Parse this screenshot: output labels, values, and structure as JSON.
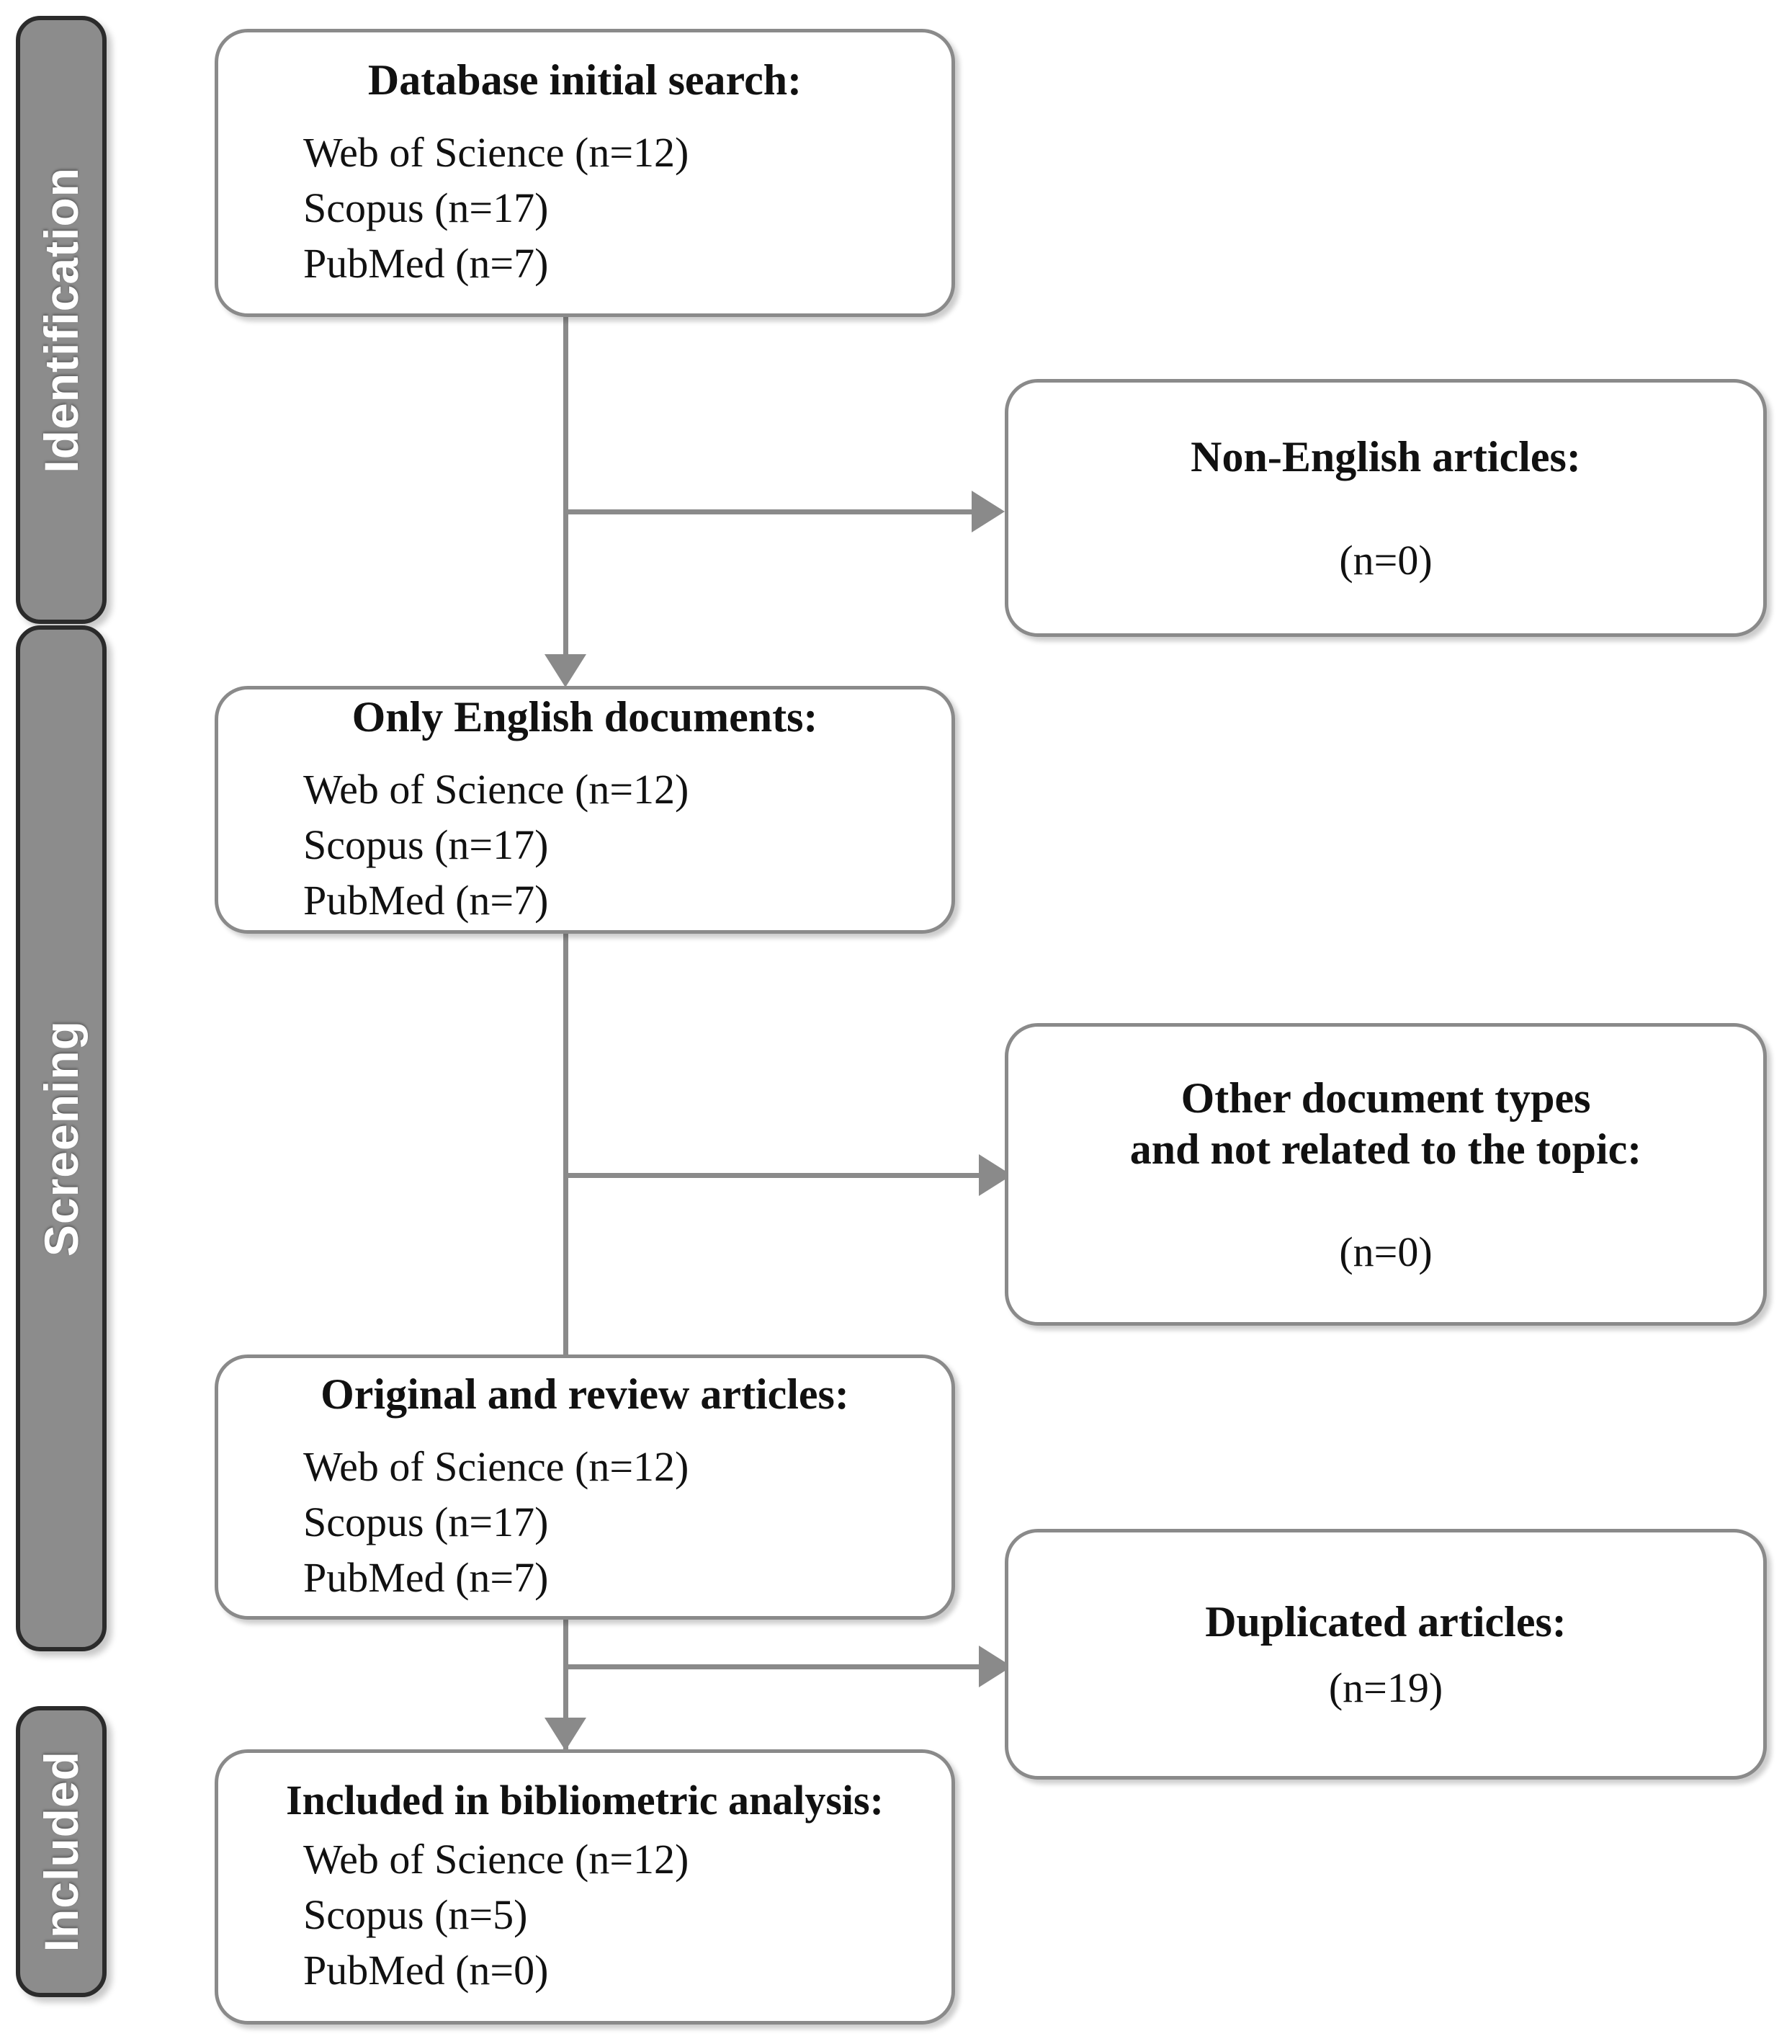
{
  "diagram": {
    "type": "prisma-flow-diagram",
    "stages": [
      {
        "id": "identification",
        "label": "Identification"
      },
      {
        "id": "screening",
        "label": "Screening"
      },
      {
        "id": "included",
        "label": "Included"
      }
    ],
    "boxes": [
      {
        "id": "database-initial-search",
        "title": "Database initial search:",
        "lines": [
          "Web of Science (n=12)",
          "Scopus (n=17)",
          "PubMed (n=7)"
        ],
        "count": ""
      },
      {
        "id": "non-english-articles",
        "title": "Non-English articles:",
        "lines": [],
        "count": "(n=0)"
      },
      {
        "id": "only-english-documents",
        "title": "Only English documents:",
        "lines": [
          "Web of Science (n=12)",
          "Scopus (n=17)",
          "PubMed (n=7)"
        ],
        "count": ""
      },
      {
        "id": "other-document-types",
        "title_line1": "Other document types",
        "title_line2": "and not related to the topic:",
        "lines": [],
        "count": "(n=0)"
      },
      {
        "id": "original-and-review-articles",
        "title": "Original and review articles:",
        "lines": [
          "Web of Science (n=12)",
          "Scopus (n=17)",
          "PubMed (n=7)"
        ],
        "count": ""
      },
      {
        "id": "duplicated-articles",
        "title": "Duplicated articles:",
        "lines": [],
        "count": "(n=19)"
      },
      {
        "id": "included-in-bibliometric-analysis",
        "title": "Included in bibliometric analysis:",
        "lines": [
          "Web of Science (n=12)",
          "Scopus (n=5)",
          "PubMed (n=0)"
        ],
        "count": ""
      }
    ],
    "colors": {
      "stage_fill": "#8c8c8c",
      "stage_border": "#2b2b2b",
      "stage_text": "#ffffff",
      "box_border": "#8a8a8a",
      "box_fill": "#ffffff",
      "connector": "#8a8a8a",
      "text": "#111111"
    }
  },
  "chart_data": {
    "type": "table",
    "title": "PRISMA study selection flow",
    "categories": [
      "Web of Science",
      "Scopus",
      "PubMed"
    ],
    "series": [
      {
        "name": "Database initial search",
        "values": [
          12,
          17,
          7
        ]
      },
      {
        "name": "Only English documents",
        "values": [
          12,
          17,
          7
        ]
      },
      {
        "name": "Original and review articles",
        "values": [
          12,
          17,
          7
        ]
      },
      {
        "name": "Included in bibliometric analysis",
        "values": [
          12,
          5,
          0
        ]
      }
    ],
    "exclusions": [
      {
        "name": "Non-English articles",
        "value": 0
      },
      {
        "name": "Other document types and not related to the topic",
        "value": 0
      },
      {
        "name": "Duplicated articles",
        "value": 19
      }
    ]
  }
}
